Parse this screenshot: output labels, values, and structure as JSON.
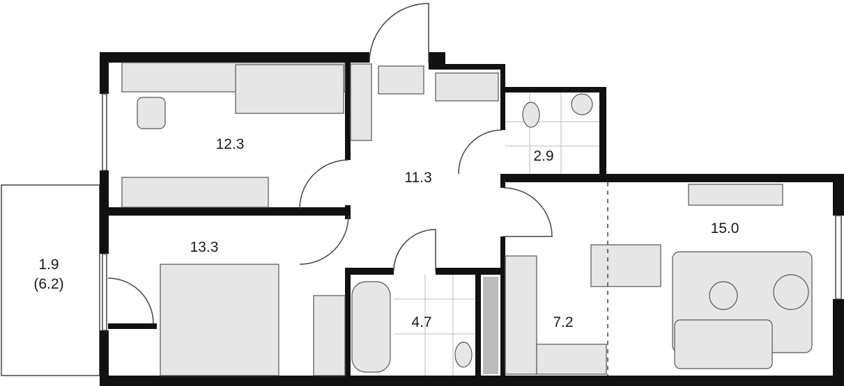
{
  "plan": {
    "rooms": [
      {
        "id": "bedroom-1",
        "area": "12.3"
      },
      {
        "id": "hall",
        "area": "11.3"
      },
      {
        "id": "bathroom-small",
        "area": "2.9"
      },
      {
        "id": "balcony",
        "area": "1.9",
        "area_secondary": "(6.2)"
      },
      {
        "id": "bedroom-2",
        "area": "13.3"
      },
      {
        "id": "living-room",
        "area": "15.0"
      },
      {
        "id": "bathroom",
        "area": "4.7"
      },
      {
        "id": "kitchen",
        "area": "7.2"
      }
    ],
    "colors": {
      "wall": "#111111",
      "furniture": "#e6e6e6",
      "background": "#ffffff"
    }
  }
}
